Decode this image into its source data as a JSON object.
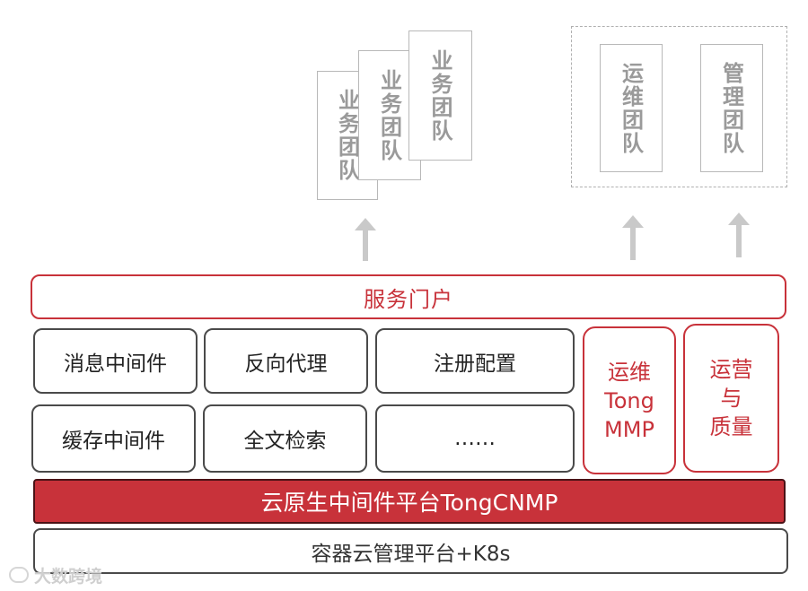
{
  "teams": {
    "business": [
      "业务团队",
      "业务团队",
      "业务团队"
    ],
    "ops": "运维团队",
    "mgmt": "管理团队"
  },
  "portal": "服务门户",
  "modules": {
    "row1": [
      "消息中间件",
      "反向代理",
      "注册配置"
    ],
    "row2": [
      "缓存中间件",
      "全文检索",
      "……"
    ]
  },
  "side": {
    "ops_mmp": "运维\nTong\nMMP",
    "ops_quality": "运营\n与\n质量"
  },
  "platform": "云原生中间件平台TongCNMP",
  "base": "容器云管理平台+K8s",
  "watermark": "大数跨境",
  "colors": {
    "accent": "#c8323a",
    "border": "#4a4a4a",
    "muted": "#b8b8b8"
  }
}
